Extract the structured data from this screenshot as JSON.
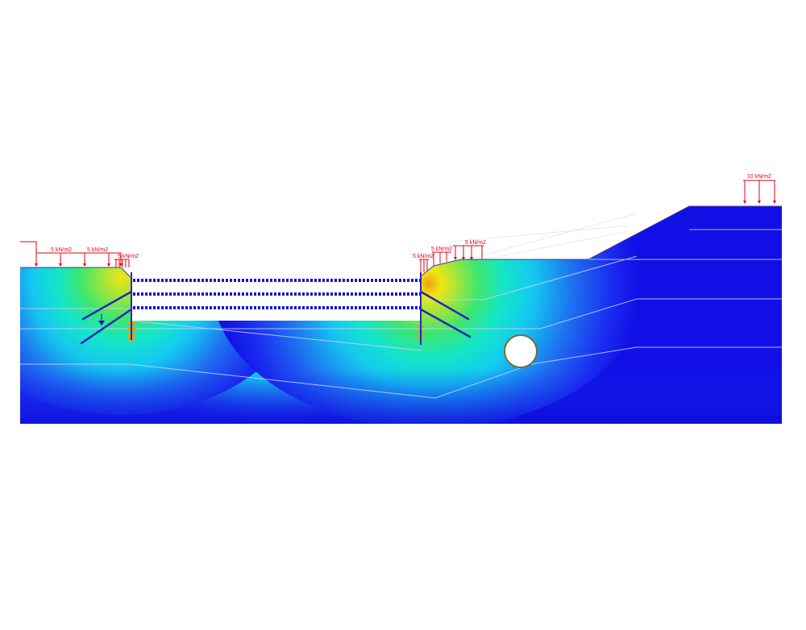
{
  "loads": {
    "left_load_1": "5 kN/m2",
    "left_load_2": "5 kN/m2",
    "left_load_3": "5 kN/m2",
    "right_load_1": "5 kN/m2",
    "right_load_2": "5 kN/m2",
    "right_load_3": "5 kN/m2",
    "slope_top_load": "10 kN/m2"
  },
  "colors": {
    "background": "#ffffff",
    "soil_deep_blue": "#1010e6",
    "soil_blue": "#1a2af0",
    "soil_mid_blue": "#1e6cf0",
    "soil_cyan": "#14c8f0",
    "soil_cyan_green": "#14e6c8",
    "soil_green": "#3ce66e",
    "soil_yellow_green": "#a0e63c",
    "soil_yellow": "#f0e614",
    "soil_orange": "#f0a014",
    "load_red": "#e0001a",
    "strut_blue": "#1414d2",
    "anchor_blue": "#2828b4",
    "pile_orange": "#e0a020",
    "layer_line": "#c8d2ff",
    "tunnel_ring": "#6e6e3c"
  },
  "icons": {
    "water_table": "water-table-triangle-icon"
  }
}
